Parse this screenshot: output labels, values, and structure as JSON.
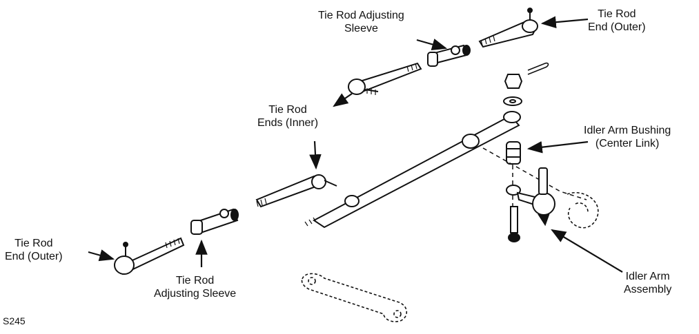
{
  "labels": {
    "tre_outer_top": [
      "Tie Rod",
      "End (Outer)"
    ],
    "tras_top": [
      "Tie Rod Adjusting",
      "Sleeve"
    ],
    "tre_inner": [
      "Tie Rod",
      "Ends (Inner)"
    ],
    "idler_bushing": [
      "Idler Arm Bushing",
      "(Center Link)"
    ],
    "tre_outer_left": [
      "Tie Rod",
      "End (Outer)"
    ],
    "tras_bottom": [
      "Tie Rod",
      "Adjusting Sleeve"
    ],
    "idler_assembly": [
      "Idler Arm",
      "Assembly"
    ]
  },
  "figure_code": "S245",
  "colors": {
    "ink": "#111111",
    "paper": "#ffffff"
  }
}
